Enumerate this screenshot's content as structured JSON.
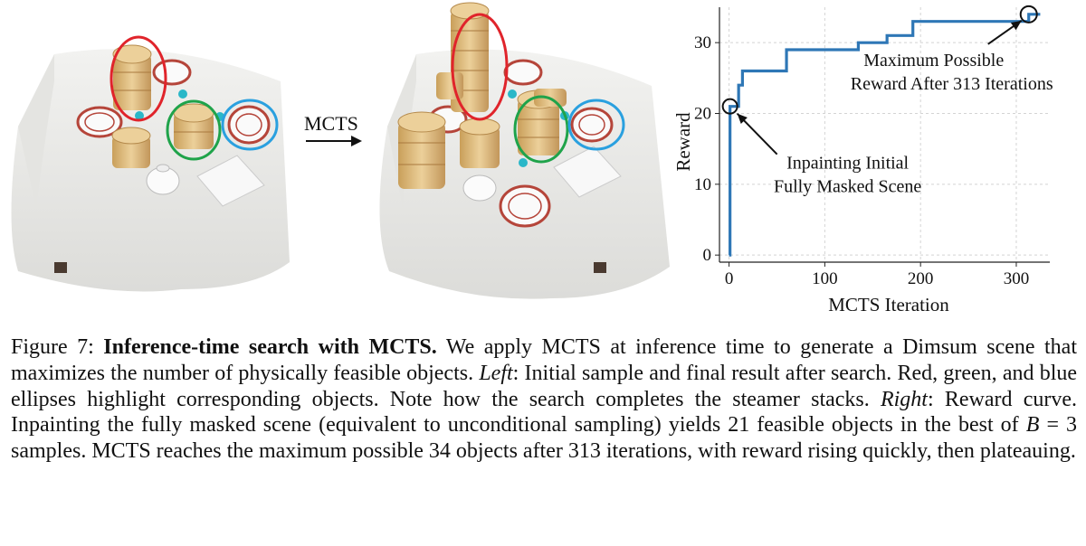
{
  "figure": {
    "arrow_label": "MCTS"
  },
  "chart_data": {
    "type": "line",
    "xlabel": "MCTS Iteration",
    "ylabel": "Reward",
    "xlim": [
      -10,
      335
    ],
    "ylim": [
      -1,
      35
    ],
    "xticks": [
      0,
      100,
      200,
      300
    ],
    "yticks": [
      0,
      10,
      20,
      30
    ],
    "grid": true,
    "line_color": "#2e77b6",
    "steps": [
      {
        "x": 0,
        "y": 0
      },
      {
        "x": 1,
        "y": 21
      },
      {
        "x": 10,
        "y": 24
      },
      {
        "x": 14,
        "y": 26
      },
      {
        "x": 60,
        "y": 29
      },
      {
        "x": 135,
        "y": 30
      },
      {
        "x": 165,
        "y": 31
      },
      {
        "x": 192,
        "y": 33
      },
      {
        "x": 313,
        "y": 34
      },
      {
        "x": 325,
        "y": 34
      }
    ],
    "annotations": [
      {
        "line1": "Inpainting Initial",
        "line2": "Fully Masked Scene",
        "x": 1,
        "y": 21
      },
      {
        "line1": "Maximum Possible",
        "line2": "Reward After 313 Iterations",
        "x": 313,
        "y": 34
      }
    ]
  },
  "caption": {
    "fig_label": "Figure 7:",
    "title": "Inference-time search with MCTS.",
    "s1": "We apply MCTS at inference time to generate a Dimsum scene that maximizes the number of physically feasible objects.",
    "left_label": "Left",
    "s2": ": Initial sample and final result after search. Red, green, and blue ellipses highlight corresponding objects. Note how the search completes the steamer stacks.",
    "right_label": "Right",
    "s3": ": Reward curve. Inpainting the fully masked scene (equivalent to unconditional sampling) yields 21 feasible objects in the best of",
    "b_var": "B",
    "eq": "= 3",
    "s4": "samples. MCTS reaches the maximum possible 34 objects after 313 iterations, with reward rising quickly, then plateauing."
  },
  "colors": {
    "red": "#e0242b",
    "green": "#1fa34a",
    "blue": "#2aa0df",
    "cloth": "#eeeeec",
    "bamboo": "#d9b67a",
    "plate_rim": "#b5453a"
  }
}
